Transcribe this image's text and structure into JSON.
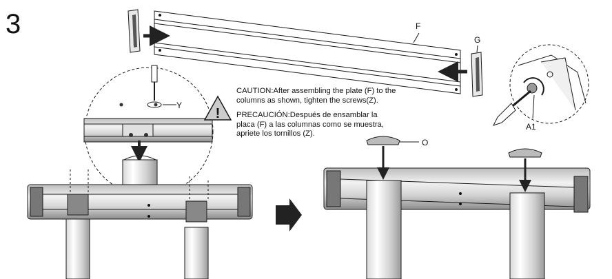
{
  "step": {
    "number": "3"
  },
  "labels": {
    "F": "F",
    "G": "G",
    "Y": "Y",
    "O": "O",
    "A1": "A1"
  },
  "notice": {
    "caution": "CAUTION:After assembling the plate (F) to the\ncolumns as shown, tighten the screws(Z).",
    "precaucion": "PRECAUCIÓN:Después de ensamblar la\nplaca (F) a las columnas como se muestra,\napriete los tornillos (Z)."
  },
  "icons": [
    "warning-triangle-icon",
    "screwdriver-icon",
    "rotate-arrow-icon",
    "direction-arrow-icon"
  ],
  "colors": {
    "line": "#1a1a1a",
    "fill_light": "#e8e8e8",
    "fill_mid": "#bdbdbd",
    "fill_dark": "#555555",
    "arrow": "#222222"
  }
}
